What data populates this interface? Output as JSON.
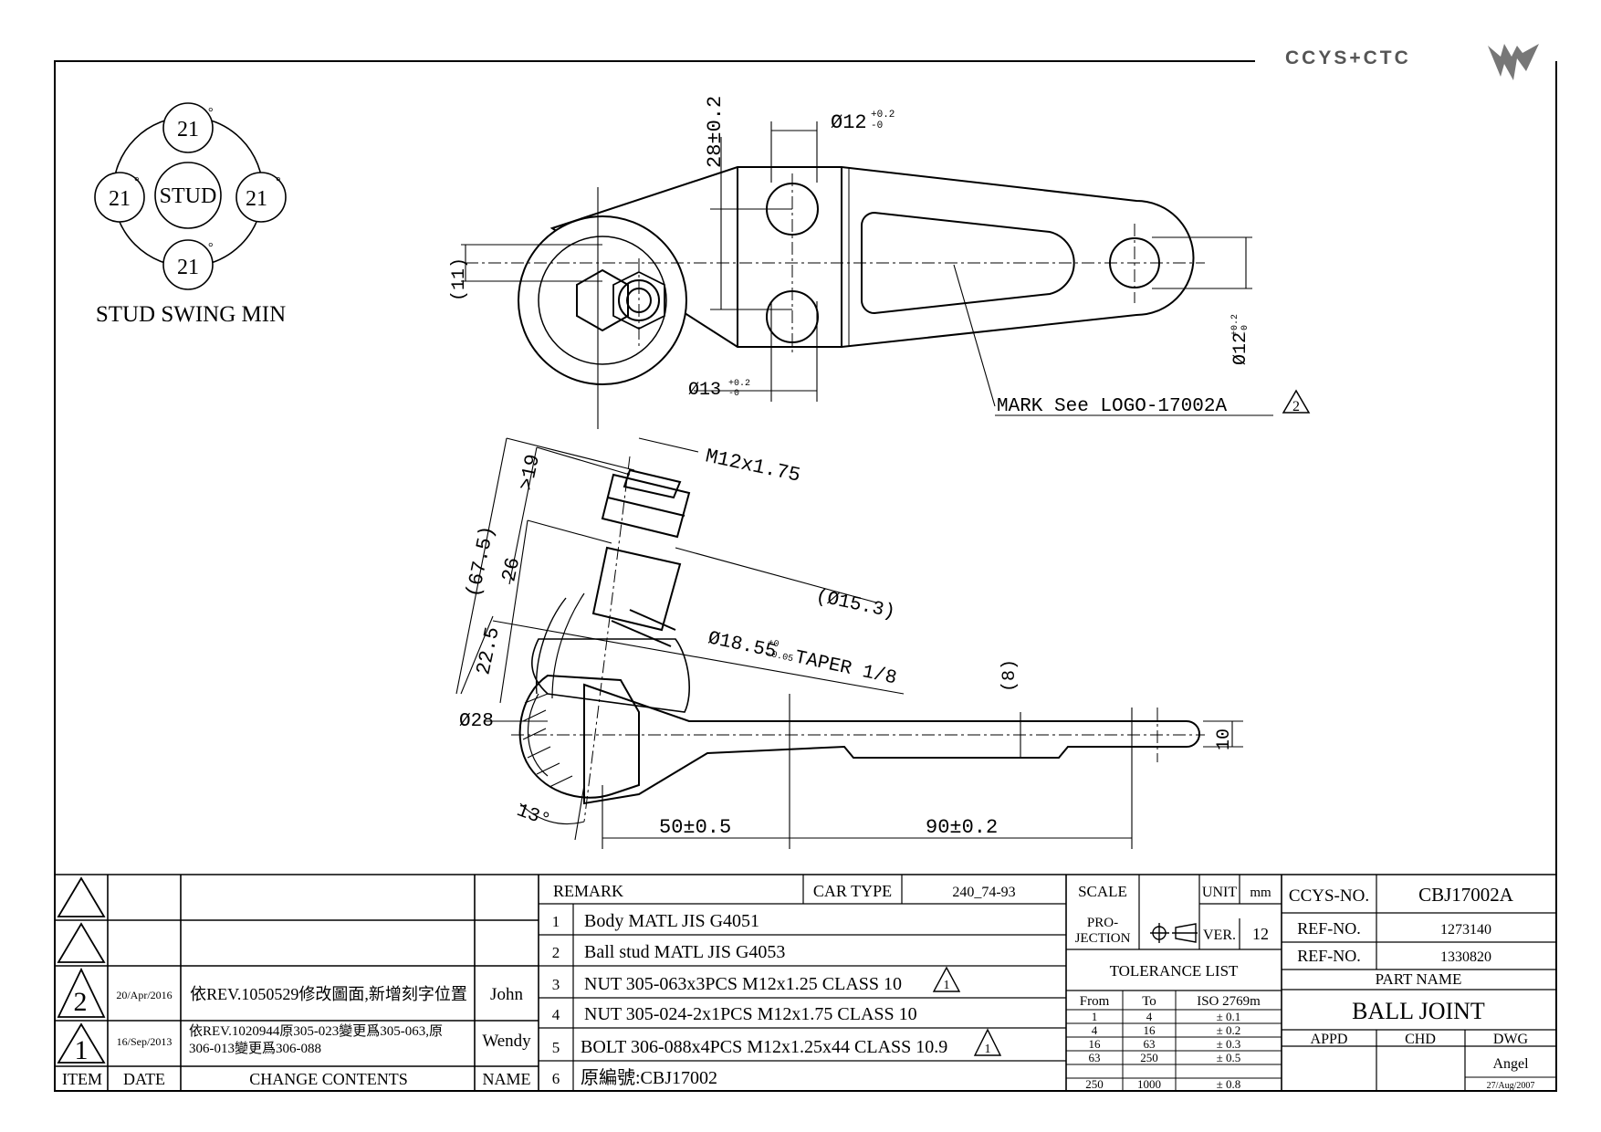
{
  "brand": {
    "name": "CCYS+CTC"
  },
  "stud_swing": {
    "title": "STUD SWING MIN",
    "center_label": "STUD",
    "angles": [
      "21",
      "21",
      "21",
      "21"
    ],
    "degree": "°"
  },
  "dimensions": {
    "d28": "28±0.2",
    "d12_top": "Ø12",
    "tol_p02": "+0.2",
    "tol_m0": "-0",
    "d11": "(11)",
    "d12_right": "Ø12",
    "d13": "Ø13",
    "mark_note": "MARK See LOGO-17002A",
    "rev_mark_2": "2",
    "m12": "M12x1.75",
    "gt19": ">19",
    "d26": "26",
    "d675": "(67.5)",
    "d153": "(Ø15.3)",
    "d1855": "Ø18.55",
    "tol_p0": "+0",
    "tol_m005": "-0.05",
    "taper": "TAPER 1/8",
    "d225": "22.5",
    "d8": "(8)",
    "dia28": "Ø28",
    "d10": "10",
    "ang13": "13°",
    "d50": "50±0.5",
    "d90": "90±0.2"
  },
  "revisions": [
    {
      "mark": "",
      "date": "",
      "content": "",
      "name": ""
    },
    {
      "mark": "",
      "date": "",
      "content": "",
      "name": ""
    },
    {
      "mark": "2",
      "date": "20/Apr/2016",
      "content": "依REV.1050529修改圖面,新增刻字位置",
      "name": "John"
    },
    {
      "mark": "1",
      "date": "16/Sep/2013",
      "content_l1": "依REV.1020944原305-023變更爲305-063,原",
      "content_l2": "306-013變更爲306-088",
      "name": "Wendy"
    }
  ],
  "rev_header": {
    "item": "ITEM",
    "date": "DATE",
    "content": "CHANGE CONTENTS",
    "name": "NAME"
  },
  "remarks": {
    "label": "REMARK",
    "car_type_label": "CAR TYPE",
    "car_type": "240_74-93",
    "items": [
      {
        "no": "1",
        "text": "Body MATL JIS G4051"
      },
      {
        "no": "2",
        "text": "Ball stud MATL JIS G4053"
      },
      {
        "no": "3",
        "text": "NUT 305-063x3PCS M12x1.25 CLASS 10",
        "rev": "1"
      },
      {
        "no": "4",
        "text": "NUT 305-024-2x1PCS M12x1.75 CLASS 10"
      },
      {
        "no": "5",
        "text": "BOLT 306-088x4PCS M12x1.25x44 CLASS 10.9",
        "rev": "1"
      },
      {
        "no": "6",
        "text": "原編號:CBJ17002"
      }
    ]
  },
  "info": {
    "scale_label": "SCALE",
    "unit_label": "UNIT",
    "unit": "mm",
    "projection_l1": "PRO-",
    "projection_l2": "JECTION",
    "ver_label": "VER.",
    "ver": "12",
    "tolerance_title": "TOLERANCE LIST",
    "tol_headers": [
      "From",
      "To",
      "ISO 2769m"
    ],
    "tol_rows": [
      [
        "1",
        "4",
        "± 0.1"
      ],
      [
        "4",
        "16",
        "± 0.2"
      ],
      [
        "16",
        "63",
        "± 0.3"
      ],
      [
        "63",
        "250",
        "± 0.5"
      ],
      [
        "250",
        "1000",
        "± 0.8"
      ]
    ]
  },
  "part": {
    "ccys_label": "CCYS-NO.",
    "ccys_no": "CBJ17002A",
    "ref_label": "REF-NO.",
    "ref1": "1273140",
    "ref2": "1330820",
    "part_name_label": "PART NAME",
    "part_name": "BALL JOINT",
    "appd": "APPD",
    "chd": "CHD",
    "dwg": "DWG",
    "drawn_by": "Angel",
    "date": "27/Aug/2007"
  }
}
